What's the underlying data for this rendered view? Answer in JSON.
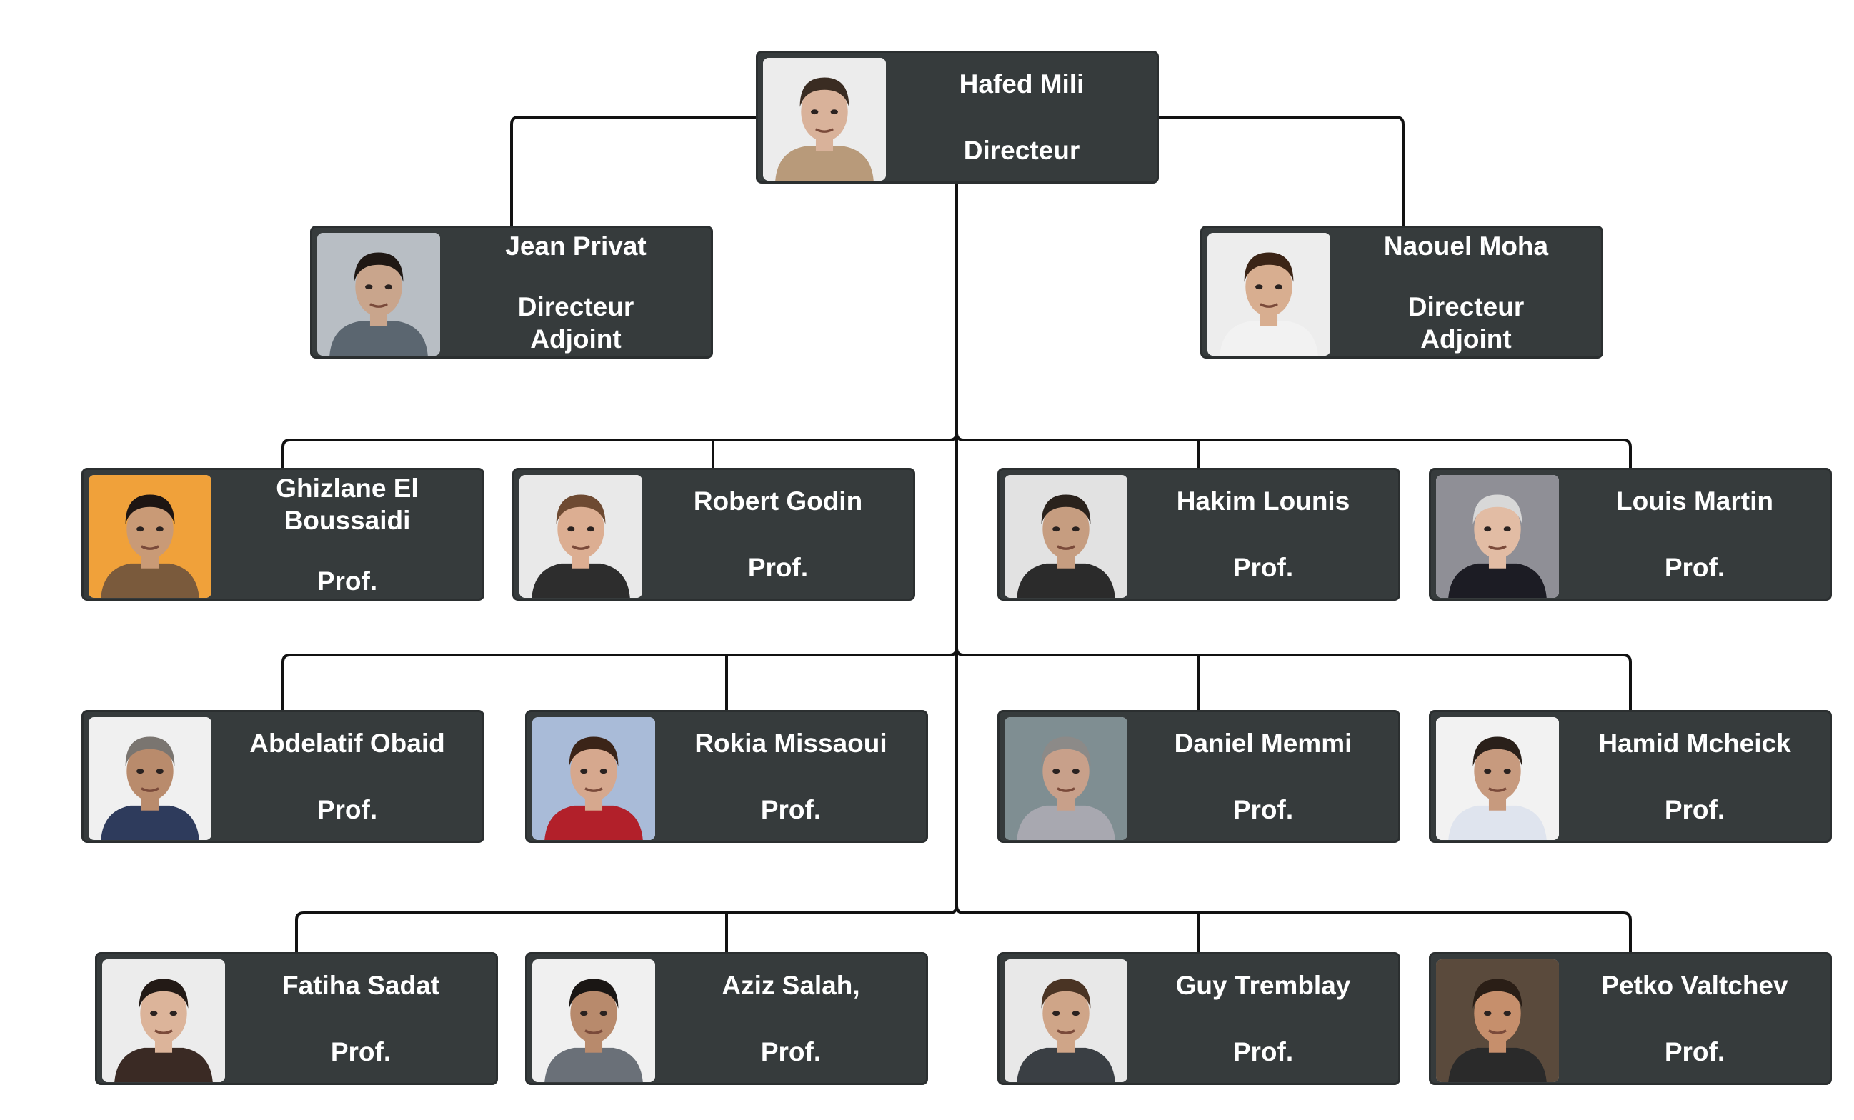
{
  "org_chart": {
    "top": {
      "id": "hafed",
      "name": "Hafed Mili",
      "title": "Directeur",
      "photo": {
        "skin": "#d9b29a",
        "hair": "#3a2c22",
        "shirt": "#b89a7a",
        "bg": "#ececec"
      }
    },
    "deputies": [
      {
        "id": "jean",
        "name": "Jean Privat",
        "title": "Directeur\nAdjoint",
        "photo": {
          "skin": "#c9a58c",
          "hair": "#1f1814",
          "shirt": "#5b6670",
          "bg": "#b8bec4"
        }
      },
      {
        "id": "naouel",
        "name": "Naouel Moha",
        "title": "Directeur\nAdjoint",
        "photo": {
          "skin": "#d8ae90",
          "hair": "#3b2416",
          "shirt": "#f2f2f2",
          "bg": "#ededed"
        }
      }
    ],
    "rows": [
      [
        {
          "id": "ghizlane",
          "name": "Ghizlane El\nBoussaidi",
          "title": "Prof.",
          "photo": {
            "skin": "#c99a76",
            "hair": "#1d1512",
            "shirt": "#7a5a3c",
            "bg": "#f0a13a"
          }
        },
        {
          "id": "robert",
          "name": "Robert Godin",
          "title": "Prof.",
          "photo": {
            "skin": "#dcae92",
            "hair": "#6e4a32",
            "shirt": "#2d2d2d",
            "bg": "#e9e9e9"
          }
        },
        {
          "id": "hakim",
          "name": "Hakim Lounis",
          "title": "Prof.",
          "photo": {
            "skin": "#c69d80",
            "hair": "#2a221c",
            "shirt": "#2b2b2b",
            "bg": "#e2e2e2"
          }
        },
        {
          "id": "louis",
          "name": "Louis Martin",
          "title": "Prof.",
          "photo": {
            "skin": "#e2bca4",
            "hair": "#d8d8d8",
            "shirt": "#1c1c24",
            "bg": "#8f8f96"
          }
        }
      ],
      [
        {
          "id": "abdelatif",
          "name": "Abdelatif Obaid",
          "title": "Prof.",
          "photo": {
            "skin": "#b98b6c",
            "hair": "#7a7570",
            "shirt": "#2e3b5c",
            "bg": "#f0f0f0"
          }
        },
        {
          "id": "rokia",
          "name": "Rokia Missaoui",
          "title": "Prof.",
          "photo": {
            "skin": "#d6a88e",
            "hair": "#3b2418",
            "shirt": "#b2202a",
            "bg": "#a9bbd8"
          }
        },
        {
          "id": "daniel",
          "name": "Daniel Memmi",
          "title": "Prof.",
          "photo": {
            "skin": "#c8a08a",
            "hair": "#8c8a88",
            "shirt": "#a8a8b0",
            "bg": "#7f8e92"
          }
        },
        {
          "id": "hamid",
          "name": "Hamid Mcheick",
          "title": "Prof.",
          "photo": {
            "skin": "#c79a7e",
            "hair": "#2a201a",
            "shirt": "#dfe4ee",
            "bg": "#f2f2f2"
          }
        }
      ],
      [
        {
          "id": "fatiha",
          "name": "Fatiha Sadat",
          "title": "Prof.",
          "photo": {
            "skin": "#dcb49a",
            "hair": "#231a16",
            "shirt": "#3a2a24",
            "bg": "#ececec"
          }
        },
        {
          "id": "aziz",
          "name": "Aziz Salah,",
          "title": "Prof.",
          "photo": {
            "skin": "#b88a6c",
            "hair": "#1a1614",
            "shirt": "#6a7078",
            "bg": "#f0f0f0"
          }
        },
        {
          "id": "guy",
          "name": "Guy Tremblay",
          "title": "Prof.",
          "photo": {
            "skin": "#cfa588",
            "hair": "#4a3424",
            "shirt": "#3a3f44",
            "bg": "#e8e8e8"
          }
        },
        {
          "id": "petko",
          "name": "Petko Valtchev",
          "title": "Prof.",
          "photo": {
            "skin": "#c68f6c",
            "hair": "#2a1e16",
            "shirt": "#2a2a2a",
            "bg": "#5a4a3c"
          }
        }
      ]
    ]
  },
  "colors": {
    "card": "#363b3c",
    "card_border": "#2b2f30",
    "connector": "#111111",
    "text": "#ffffff"
  }
}
